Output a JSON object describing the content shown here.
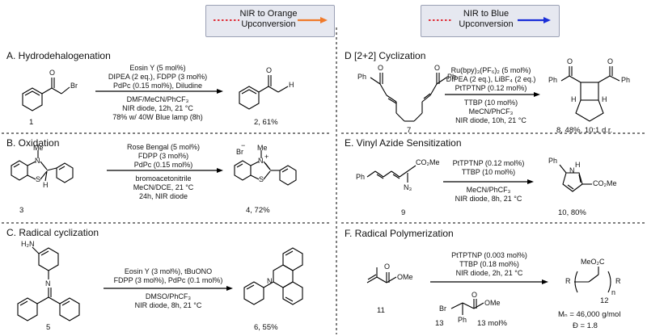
{
  "legend": {
    "orange_line1": "NIR to Orange",
    "orange_line2": "Upconversion",
    "blue_line1": "NIR to Blue",
    "blue_line2": "Upconversion",
    "colors": {
      "dotted": "#e0303a",
      "orange": "#f07a2a",
      "blue": "#1a2ed8",
      "box_bg": "#e6e8f0"
    }
  },
  "sections": {
    "A": {
      "title": "A. Hydrodehalogenation",
      "above": [
        "Eosin Y (5 mol%)",
        "DIPEA (2 eq.), FDPP (3 mol%)",
        "PdPc (0.15 mol%), Diludine"
      ],
      "below": [
        "DMF/MeCN/PhCF₃",
        "NIR diode, 12h, 21 °C",
        "78% w/ 40W Blue lamp (8h)"
      ],
      "sm_label": "1",
      "prod_label": "2, 61%",
      "atoms": {
        "o1": "O",
        "br": "Br",
        "o2": "O",
        "h": "H"
      }
    },
    "B": {
      "title": "B. Oxidation",
      "above": [
        "Rose Bengal (5 mol%)",
        "FDPP (3 mol%)",
        "PdPc (0.15 mol%)"
      ],
      "below": [
        "bromoacetonitrile",
        "MeCN/DCE, 21 °C",
        "24h, NIR diode"
      ],
      "sm_label": "3",
      "prod_label": "4, 72%",
      "atoms": {
        "me1": "Me",
        "n1": "N",
        "s1": "S",
        "h1": "H",
        "br": "Br",
        "minus": "−",
        "me2": "Me",
        "n2": "N",
        "plus": "+",
        "s2": "S"
      }
    },
    "C": {
      "title": "C. Radical cyclization",
      "above": [
        "Eosin Y (3 mol%), tBuONO",
        "FDPP (3 mol%), PdPc (0.1 mol%)"
      ],
      "below": [
        "DMSO/PhCF₃",
        "NIR diode, 8h, 21 °C"
      ],
      "sm_label": "5",
      "prod_label": "6, 55%",
      "atoms": {
        "h2n": "H₂N",
        "n1": "N",
        "n2": "N"
      }
    },
    "D": {
      "title": "D [2+2] Cyclization",
      "above": [
        "Ru(bpy)₃(PF₆)₂ (5 mol%)",
        "DIPEA (2 eq.), LiBF₄ (2 eq.)",
        "PtTPTNP (0.12 mol%)"
      ],
      "below": [
        "TTBP (10 mol%)",
        "MeCN/PhCF₃",
        "NIR diode, 10h, 21 °C"
      ],
      "sm_label": "7",
      "prod_label": "8, 48%, 10:1 d.r.",
      "atoms": {
        "ph1": "Ph",
        "o1": "O",
        "o2": "O",
        "ph2": "Ph",
        "ph3": "Ph",
        "o3": "O",
        "o4": "O",
        "ph4": "Ph",
        "h1": "H",
        "h2": "H"
      }
    },
    "E": {
      "title": "E. Vinyl Azide Sensitization",
      "above": [
        "PtTPTNP (0.12 mol%)",
        "TTBP (10 mol%)"
      ],
      "below": [
        "MeCN/PhCF₃",
        "NIR diode, 8h, 21 °C"
      ],
      "sm_label": "9",
      "prod_label": "10, 80%",
      "atoms": {
        "ph1": "Ph",
        "co2me1": "CO₂Me",
        "n3": "N₃",
        "ph2": "Ph",
        "nh": "H",
        "n": "N",
        "co2me2": "CO₂Me"
      }
    },
    "F": {
      "title": "F. Radical Polymerization",
      "above": [
        "PtTPTNP (0.003 mol%)",
        "TTBP (0.18 mol%)",
        "NIR diode, 2h, 21 °C"
      ],
      "sm_label": "11",
      "prod_label": "12",
      "initiator_label": "13",
      "initiator_amount": "13 mol%",
      "mn": "Mₙ = 46,000 g/mol",
      "dispersity": "Đ = 1.8",
      "atoms": {
        "o1": "O",
        "ome1": "OMe",
        "br": "Br",
        "o2": "O",
        "ome2": "OMe",
        "ph": "Ph",
        "meo2c": "MeO₂C",
        "r1": "R",
        "r2": "R",
        "n": "n"
      }
    }
  }
}
